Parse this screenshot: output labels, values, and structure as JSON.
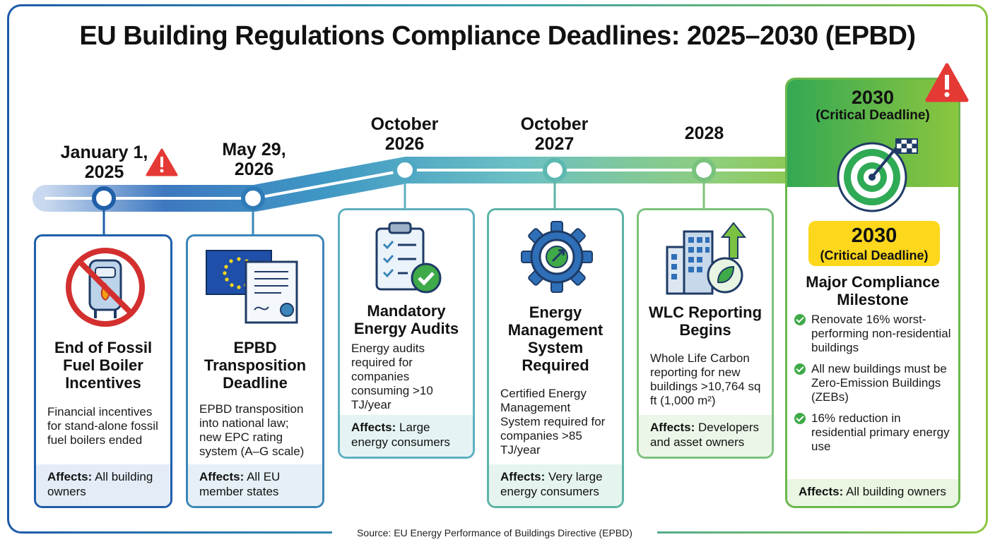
{
  "title": "EU Building Regulations Compliance Deadlines: 2025–2030 (EPBD)",
  "source": "Source: EU Energy Performance of Buildings Directive (EPBD)",
  "colors": {
    "blue": "#1f5ea8",
    "teal": "#5eb0c0",
    "green": "#6ab84a",
    "yellow": "#fcd71c",
    "warning": "#e53935"
  },
  "milestones": [
    {
      "date_line1": "January 1,",
      "date_line2": "2025",
      "heading": "End of Fossil Fuel Boiler Incentives",
      "text": "Financial incentives for stand-alone fossil fuel boilers ended",
      "affects_label": "Affects:",
      "affects": "All building owners",
      "icon": "no-boiler-icon"
    },
    {
      "date_line1": "May 29,",
      "date_line2": "2026",
      "heading": "EPBD Transposition Deadline",
      "text": "EPBD transposition into national law; new EPC rating system (A–G scale)",
      "affects_label": "Affects:",
      "affects": "All EU member states",
      "icon": "eu-flag-document-icon"
    },
    {
      "date_line1": "October",
      "date_line2": "2026",
      "heading": "Mandatory Energy Audits",
      "text": "Energy audits required for companies consuming >10 TJ/year",
      "affects_label": "Affects:",
      "affects": "Large energy consumers",
      "icon": "clipboard-check-icon"
    },
    {
      "date_line1": "October",
      "date_line2": "2027",
      "heading": "Energy Management System Required",
      "text": "Certified Energy Management System required for companies >85 TJ/year",
      "affects_label": "Affects:",
      "affects": "Very large energy consumers",
      "icon": "gear-icon"
    },
    {
      "date_line1": "2028",
      "date_line2": "",
      "heading": "WLC Reporting Begins",
      "text": "Whole Life Carbon reporting for new buildings >10,764 sq ft (1,000 m²)",
      "affects_label": "Affects:",
      "affects": "Developers and asset owners",
      "icon": "building-leaf-icon"
    }
  ],
  "final": {
    "year": "2030",
    "subtitle": "(Critical Deadline)",
    "badge_year": "2030",
    "badge_sub": "(Critical Deadline)",
    "heading": "Major Compliance Milestone",
    "bullets": [
      "Renovate 16% worst-performing non-residential buildings",
      "All new buildings must be Zero-Emission Buildings (ZEBs)",
      "16% reduction in residential primary energy use"
    ],
    "affects_label": "Affects:",
    "affects": "All building owners",
    "icon": "target-flag-icon"
  }
}
